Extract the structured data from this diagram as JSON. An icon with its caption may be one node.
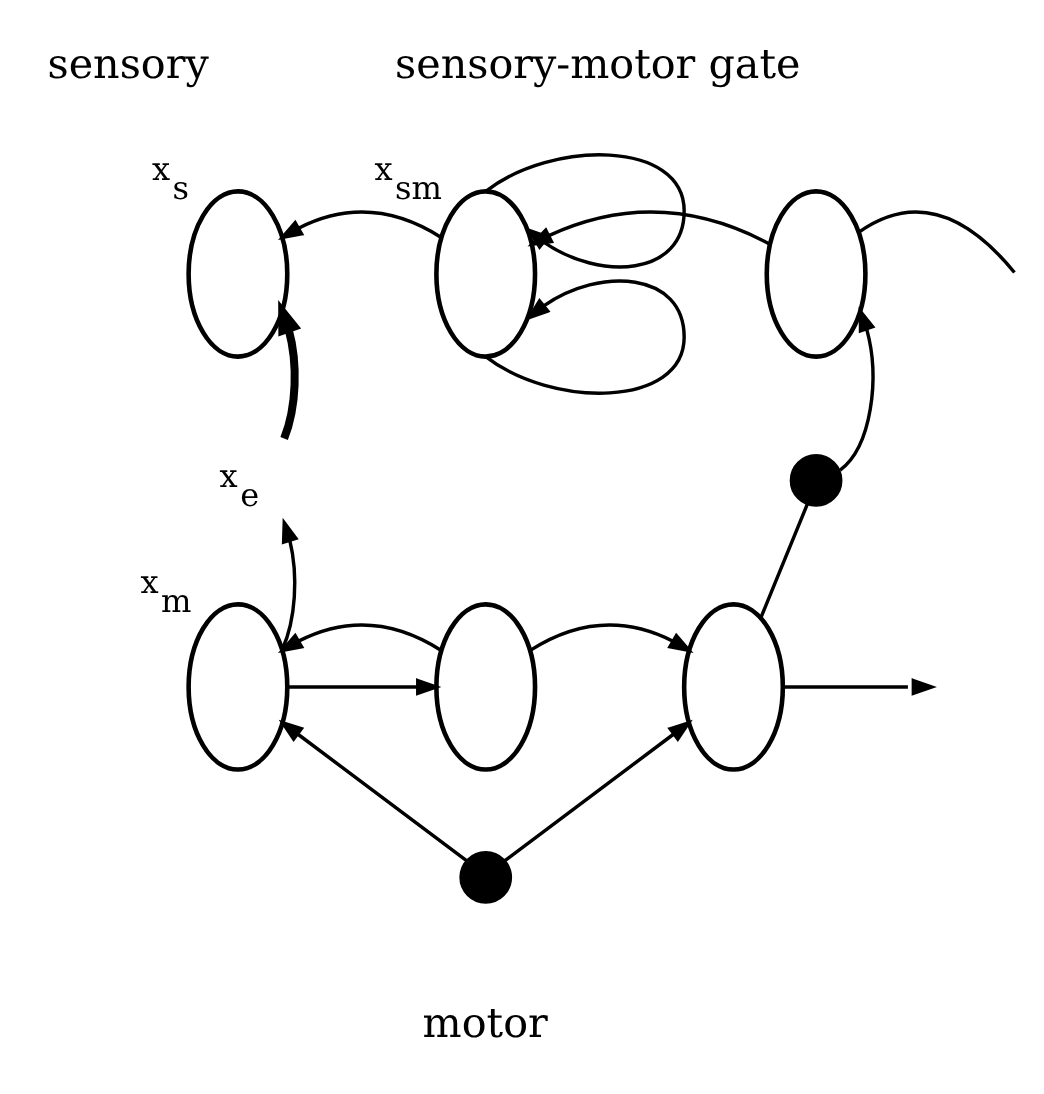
{
  "diagram": {
    "nodes": [
      {
        "text": [],
        "shape": "ellipse",
        "beside": [
          "x$_{s}$"
        ]
      },
      {
        "text": [],
        "shape": "ellipse",
        "beside": [
          "x$_{sm}$"
        ]
      },
      {
        "text": [],
        "shape": "ellipse"
      },
      {
        "text": [
          "x$_{e}$"
        ]
      },
      {
        "text": [],
        "shape": "dot"
      },
      {
        "text": [],
        "shape": "ellipse",
        "beside": [
          "x$_{m}$"
        ]
      },
      {
        "text": [],
        "shape": "ellipse"
      },
      {
        "text": [],
        "shape": "ellipse"
      },
      {
        "text": [],
        "shape": "dot"
      }
    ],
    "edges": [
      {
        "from": null,
        "to": 2,
        "arrow": "none"
      },
      {
        "from": 2,
        "to": 1,
        "arrow": "to"
      },
      {
        "from": 1,
        "to": 0,
        "arrow": "to"
      },
      {
        "from": 1,
        "to": 1,
        "arrow": "to"
      },
      {
        "from": 1,
        "to": 1,
        "arrow": "to"
      },
      {
        "from": 3,
        "to": 0,
        "arrow": "to",
        "style": "thick"
      },
      {
        "from": 4,
        "to": 2,
        "arrow": "to"
      },
      {
        "from": 7,
        "to": 4,
        "arrow": "none"
      },
      {
        "from": 5,
        "to": 3,
        "arrow": "to"
      },
      {
        "from": 5,
        "to": 6,
        "arrow": "to"
      },
      {
        "from": 6,
        "to": 5,
        "arrow": "to"
      },
      {
        "from": 6,
        "to": 7,
        "arrow": "to"
      },
      {
        "from": 7,
        "to": null,
        "arrow": "to"
      },
      {
        "from": 8,
        "to": 5,
        "arrow": "to"
      },
      {
        "from": 8,
        "to": 7,
        "arrow": "to"
      }
    ],
    "labels": [
      "sensory",
      "sensory-motor gate",
      "motor"
    ]
  }
}
